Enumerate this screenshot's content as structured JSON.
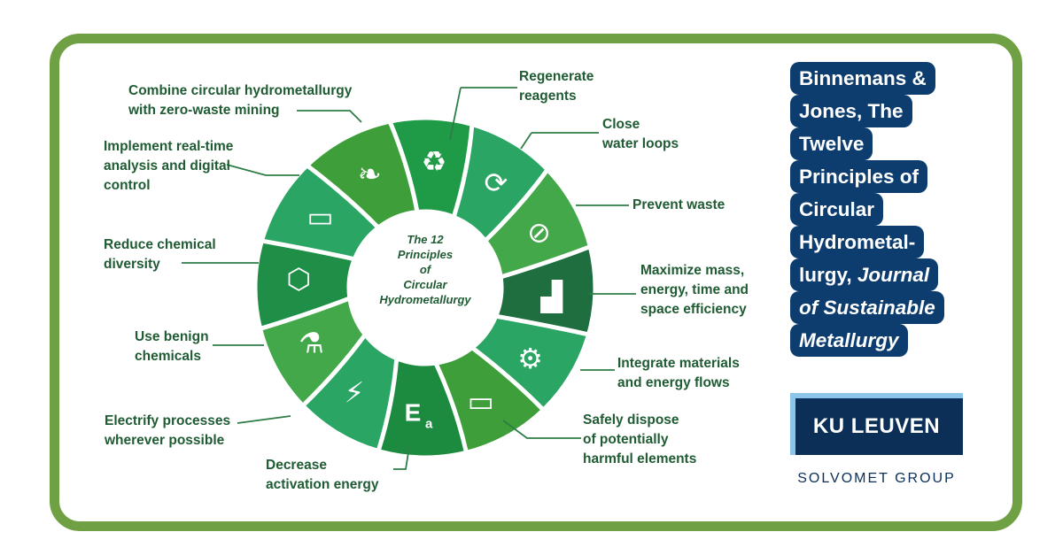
{
  "diagram": {
    "center_title": [
      "The 12",
      "Principles",
      "of",
      "Circular",
      "Hydrometallurgy"
    ],
    "principles": [
      {
        "label_lines": [
          "Regenerate",
          "reagents"
        ],
        "icon": "recycle-icon"
      },
      {
        "label_lines": [
          "Close",
          "water loops"
        ],
        "icon": "water-loop-icon"
      },
      {
        "label_lines": [
          "Prevent waste"
        ],
        "icon": "no-waste-icon"
      },
      {
        "label_lines": [
          "Maximize mass,",
          "energy, time and",
          "space efficiency"
        ],
        "icon": "growth-chart-icon"
      },
      {
        "label_lines": [
          "Integrate materials",
          "and energy flows"
        ],
        "icon": "gears-icon"
      },
      {
        "label_lines": [
          "Safely dispose",
          "of potentially",
          "harmful elements"
        ],
        "icon": "garbage-truck-icon"
      },
      {
        "label_lines": [
          "Decrease",
          "activation energy"
        ],
        "icon": "activation-energy-icon"
      },
      {
        "label_lines": [
          "Electrify processes",
          "wherever possible"
        ],
        "icon": "lightning-icon"
      },
      {
        "label_lines": [
          "Use benign",
          "chemicals"
        ],
        "icon": "flask-icon"
      },
      {
        "label_lines": [
          "Reduce chemical",
          "diversity"
        ],
        "icon": "molecule-icon"
      },
      {
        "label_lines": [
          "Implement real-time",
          "analysis and digital",
          "control"
        ],
        "icon": "flowchart-icon"
      },
      {
        "label_lines": [
          "Combine circular hydrometallurgy",
          "with zero-waste mining"
        ],
        "icon": "leaf-icon"
      }
    ],
    "ea_symbol": "E",
    "ea_subscript": "a"
  },
  "citation": {
    "lines": [
      "Binnemans &",
      "Jones, The",
      "Twelve",
      "Principles of",
      "Circular",
      "Hydrometal-",
      "lurgy,"
    ],
    "journal_lines": [
      "Journal",
      "of Sustainable",
      "Metallurgy"
    ]
  },
  "logo": {
    "text": "KU LEUVEN",
    "group": "SOLVOMET GROUP"
  },
  "colors": {
    "frame": "#6fa043",
    "citation_bg": "#0d3d6e",
    "logo_bg": "#0b2f57",
    "label": "#1f5b33"
  }
}
